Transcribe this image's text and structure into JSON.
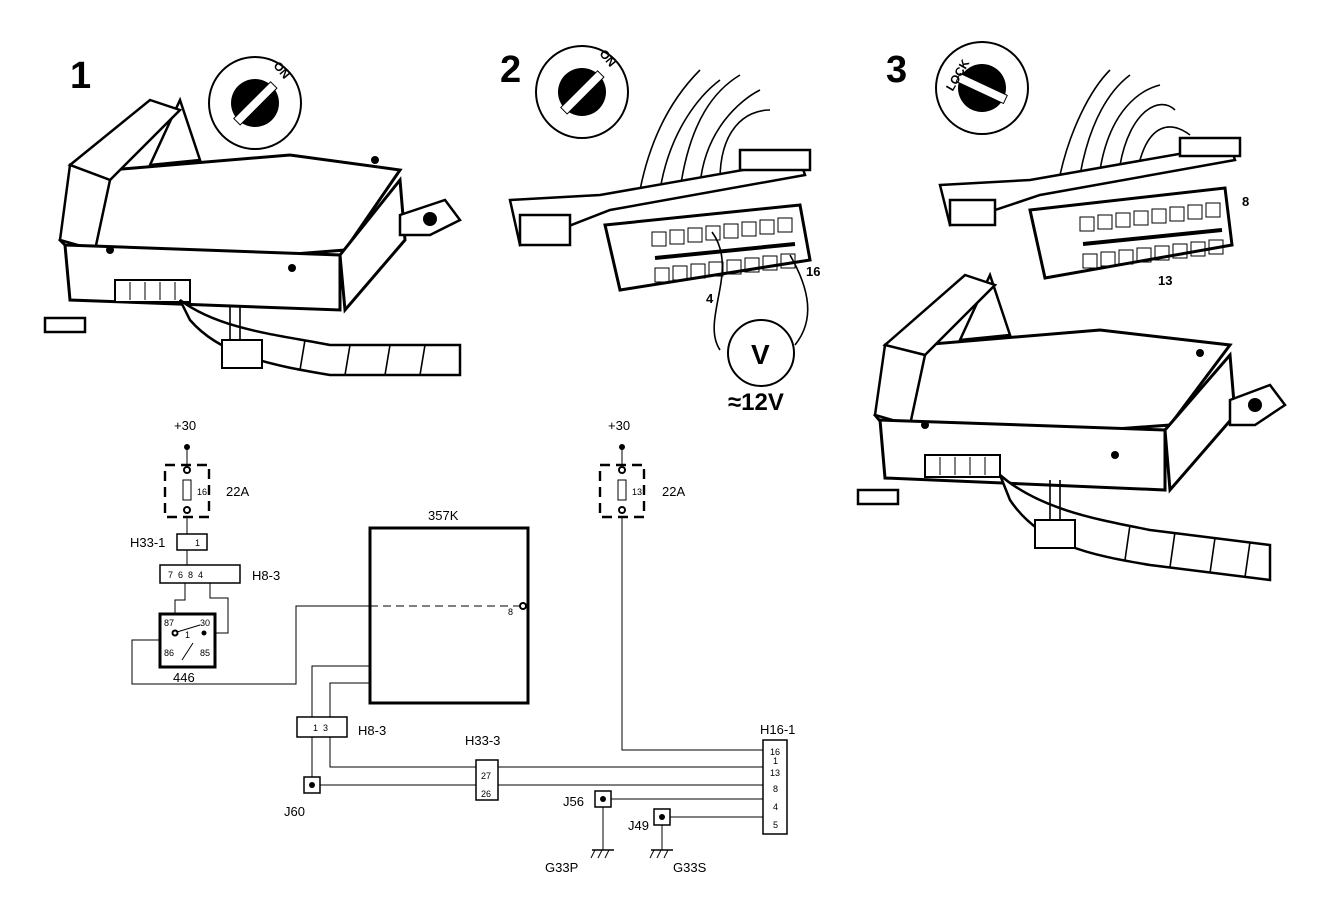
{
  "panels": {
    "p1": {
      "number": "1",
      "switch_label": "ON"
    },
    "p2": {
      "number": "2",
      "switch_label": "ON",
      "pin_a": "4",
      "pin_b": "16",
      "meter_symbol": "V",
      "reading": "≈12V"
    },
    "p3": {
      "number": "3",
      "switch_label": "LOCK",
      "pin_a": "8",
      "pin_b": "13"
    }
  },
  "schematic": {
    "left_supply": "+30",
    "left_fuse": {
      "number": "16",
      "rating": "22A"
    },
    "connector_h33_1": {
      "name": "H33-1",
      "pin": "1"
    },
    "connector_h8_3_top": {
      "name": "H8-3",
      "pins": "7  6  8  4"
    },
    "relay": {
      "name": "446",
      "t87": "87",
      "t30": "30",
      "t86": "86",
      "t85": "85",
      "contact": "1"
    },
    "module": {
      "name": "357K",
      "pin": "8"
    },
    "connector_h8_3_bottom": {
      "name": "H8-3",
      "pins": "1  3"
    },
    "connector_h33_3": {
      "name": "H33-3",
      "pin_a": "27",
      "pin_b": "26"
    },
    "j60": "J60",
    "j56": "J56",
    "j49": "J49",
    "g33p": "G33P",
    "g33s": "G33S",
    "right_supply": "+30",
    "right_fuse": {
      "number": "13",
      "rating": "22A"
    },
    "connector_h16_1": {
      "name": "H16-1",
      "pins": [
        "16",
        "1",
        "13",
        "8",
        "4",
        "5"
      ]
    }
  }
}
